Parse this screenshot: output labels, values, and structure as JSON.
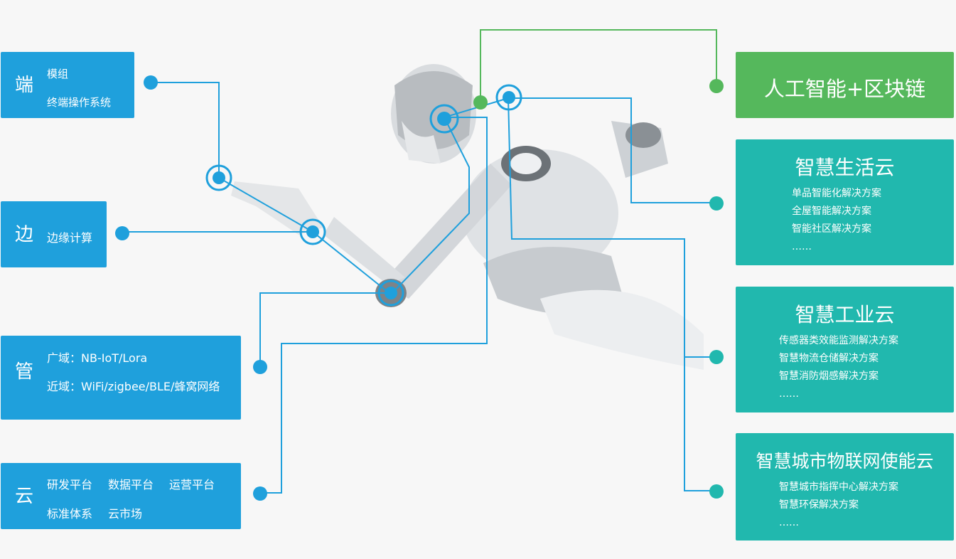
{
  "left": {
    "duan": {
      "letter": "端",
      "items": [
        "模组",
        "终端操作系统"
      ]
    },
    "bian": {
      "letter": "边",
      "items": [
        "边缘计算"
      ]
    },
    "guan": {
      "letter": "管",
      "items": [
        "广域：NB-IoT/Lora",
        "近域：WiFi/zigbee/BLE/蜂窝网络"
      ]
    },
    "yun": {
      "letter": "云",
      "row1": [
        "研发平台",
        "数据平台",
        "运营平台"
      ],
      "row2": [
        "标准体系",
        "云市场"
      ]
    }
  },
  "right": {
    "ai": {
      "title": "人工智能+区块链"
    },
    "life": {
      "title": "智慧生活云",
      "items": [
        "单品智能化解决方案",
        "全屋智能解决方案",
        "智能社区解决方案",
        "……"
      ]
    },
    "industry": {
      "title": "智慧工业云",
      "items": [
        "传感器类效能监测解决方案",
        "智慧物流仓储解决方案",
        "智慧消防烟感解决方案",
        "……"
      ]
    },
    "city": {
      "title": "智慧城市物联网使能云",
      "items": [
        "智慧城市指挥中心解决方案",
        "智慧环保解决方案",
        "……"
      ]
    }
  },
  "colors": {
    "blue": "#1fa0dc",
    "teal": "#21b8ae",
    "green": "#55b85c",
    "robot_gray": "#c9cdd1"
  }
}
